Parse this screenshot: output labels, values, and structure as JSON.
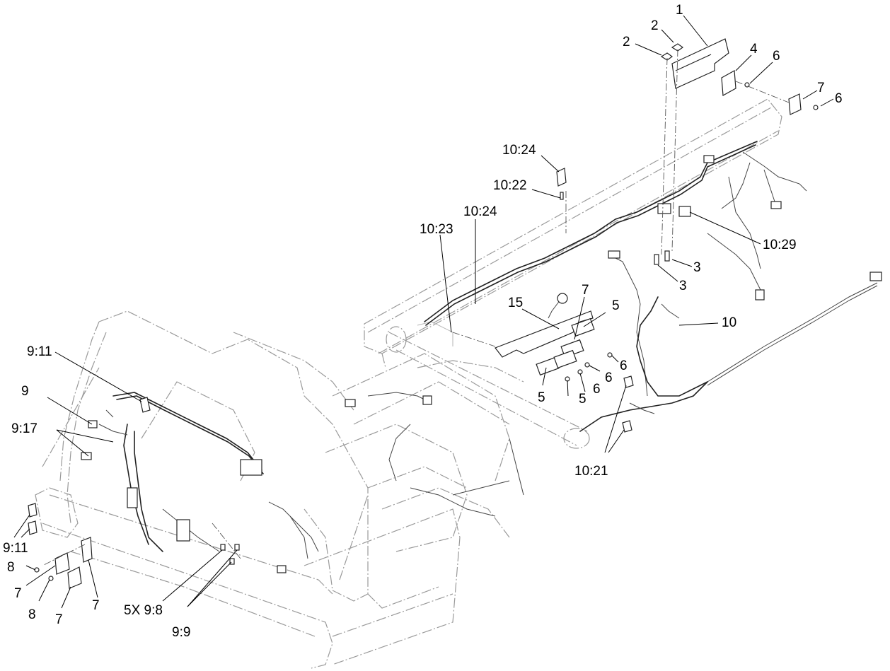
{
  "callouts": [
    {
      "id": "c1",
      "text": "1"
    },
    {
      "id": "c2a",
      "text": "2"
    },
    {
      "id": "c2b",
      "text": "2"
    },
    {
      "id": "c4",
      "text": "4"
    },
    {
      "id": "c6a",
      "text": "6"
    },
    {
      "id": "c7a",
      "text": "7"
    },
    {
      "id": "c6b",
      "text": "6"
    },
    {
      "id": "c1024a",
      "text": "10:24"
    },
    {
      "id": "c1022",
      "text": "10:22"
    },
    {
      "id": "c1024b",
      "text": "10:24"
    },
    {
      "id": "c1023",
      "text": "10:23"
    },
    {
      "id": "c1029",
      "text": "10:29"
    },
    {
      "id": "c3a",
      "text": "3"
    },
    {
      "id": "c3b",
      "text": "3"
    },
    {
      "id": "c15",
      "text": "15"
    },
    {
      "id": "c7b",
      "text": "7"
    },
    {
      "id": "c5a",
      "text": "5"
    },
    {
      "id": "c10",
      "text": "10"
    },
    {
      "id": "c6c",
      "text": "6"
    },
    {
      "id": "c6d",
      "text": "6"
    },
    {
      "id": "c5b",
      "text": "5"
    },
    {
      "id": "c6e",
      "text": "6"
    },
    {
      "id": "c5c",
      "text": "5"
    },
    {
      "id": "c1021",
      "text": "10:21"
    },
    {
      "id": "c911a",
      "text": "9:11"
    },
    {
      "id": "c9",
      "text": "9"
    },
    {
      "id": "c917",
      "text": "9:17"
    },
    {
      "id": "c911b",
      "text": "9:11"
    },
    {
      "id": "c8a",
      "text": "8"
    },
    {
      "id": "c7c",
      "text": "7"
    },
    {
      "id": "c8b",
      "text": "8"
    },
    {
      "id": "c7d",
      "text": "7"
    },
    {
      "id": "c7e",
      "text": "7"
    },
    {
      "id": "c5x98",
      "text": "5X 9:8"
    },
    {
      "id": "c99",
      "text": "9:9"
    }
  ]
}
